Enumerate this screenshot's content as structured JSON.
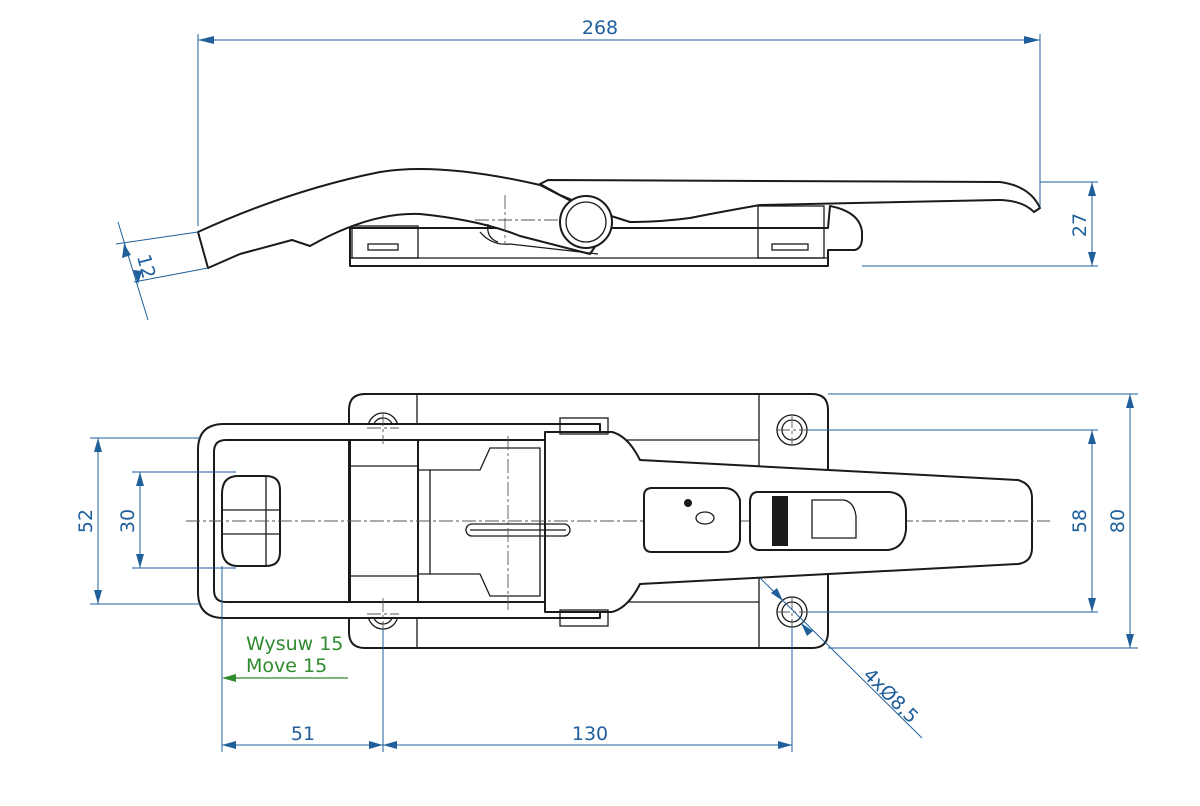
{
  "dimensions": {
    "overall_length": "268",
    "height": "27",
    "handle_thickness": "12",
    "strap_width_outer": "52",
    "strap_width_inner": "30",
    "hole_spacing_vertical": "58",
    "base_width": "80",
    "offset_left": "51",
    "hole_spacing_horizontal": "130",
    "holes": "4xØ8,5"
  },
  "note": {
    "line1": "Wysuw 15",
    "line2": "Move 15"
  },
  "colors": {
    "dimension": "#1f5f9c",
    "note": "#2e8b2e",
    "outline": "#1a1a1a"
  }
}
